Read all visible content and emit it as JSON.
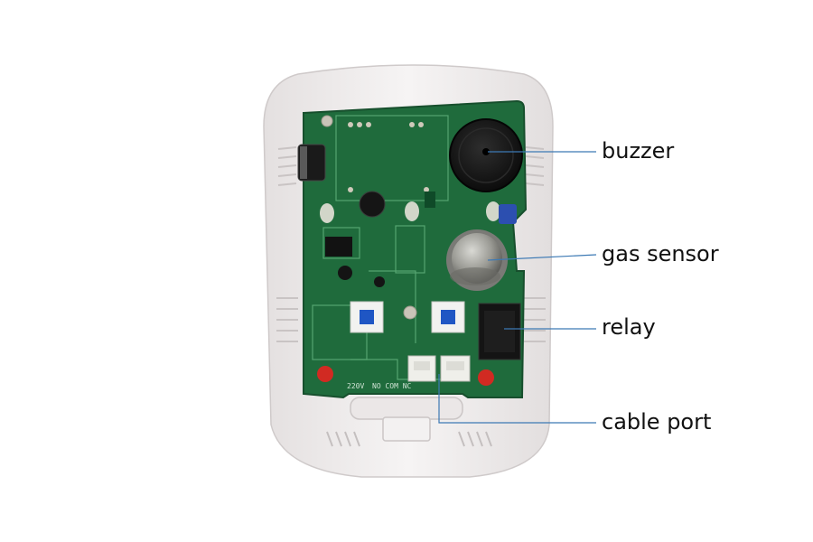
{
  "labels": {
    "buzzer": "buzzer",
    "gas_sensor": "gas sensor",
    "relay": "relay",
    "cable_port": "cable port"
  },
  "colors": {
    "pcb": "#1f6b3c",
    "pcb_dark": "#174f2d",
    "housing": "#f1eeee",
    "leader_line": "#3c79b4",
    "label_text": "#111111"
  },
  "pcb_text": {
    "voltage": "220V",
    "terminals": "NO COM NC"
  }
}
